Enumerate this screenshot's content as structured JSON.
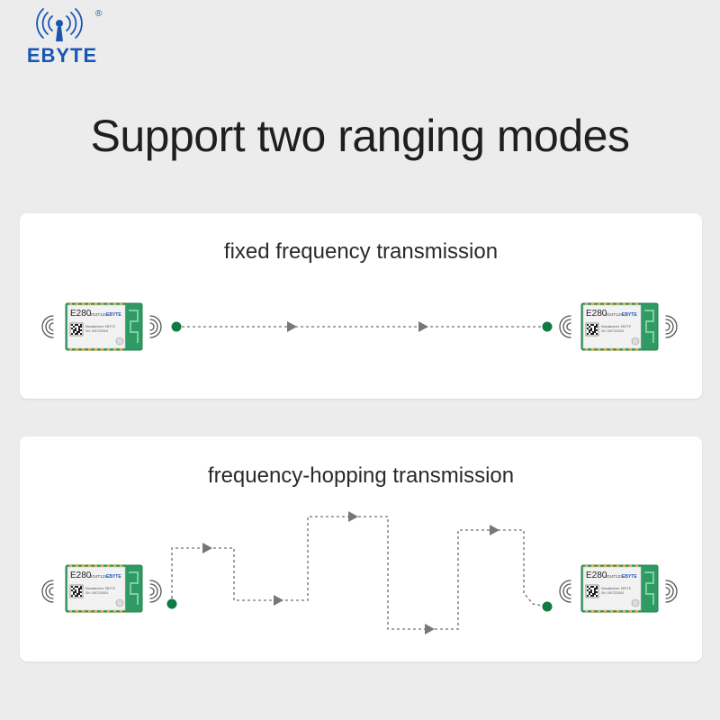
{
  "brand": {
    "name": "EBYTE",
    "registered": "®",
    "color": "#1a55b4"
  },
  "headline": "Support two ranging modes",
  "modes": [
    {
      "title": "fixed frequency transmission",
      "path_style": "straight"
    },
    {
      "title": "frequency-hopping transmission",
      "path_style": "stepped"
    }
  ],
  "module": {
    "model": "E280",
    "code": "2G4T12S",
    "brand": "EBYTE",
    "line1": "Manufacturer: EBYTE",
    "line2": "SN: 1907220001",
    "pcb_color": "#2f9a63"
  },
  "colors": {
    "dot": "#0f7a43",
    "dash": "#8a8a8a",
    "arrow": "#777777"
  }
}
